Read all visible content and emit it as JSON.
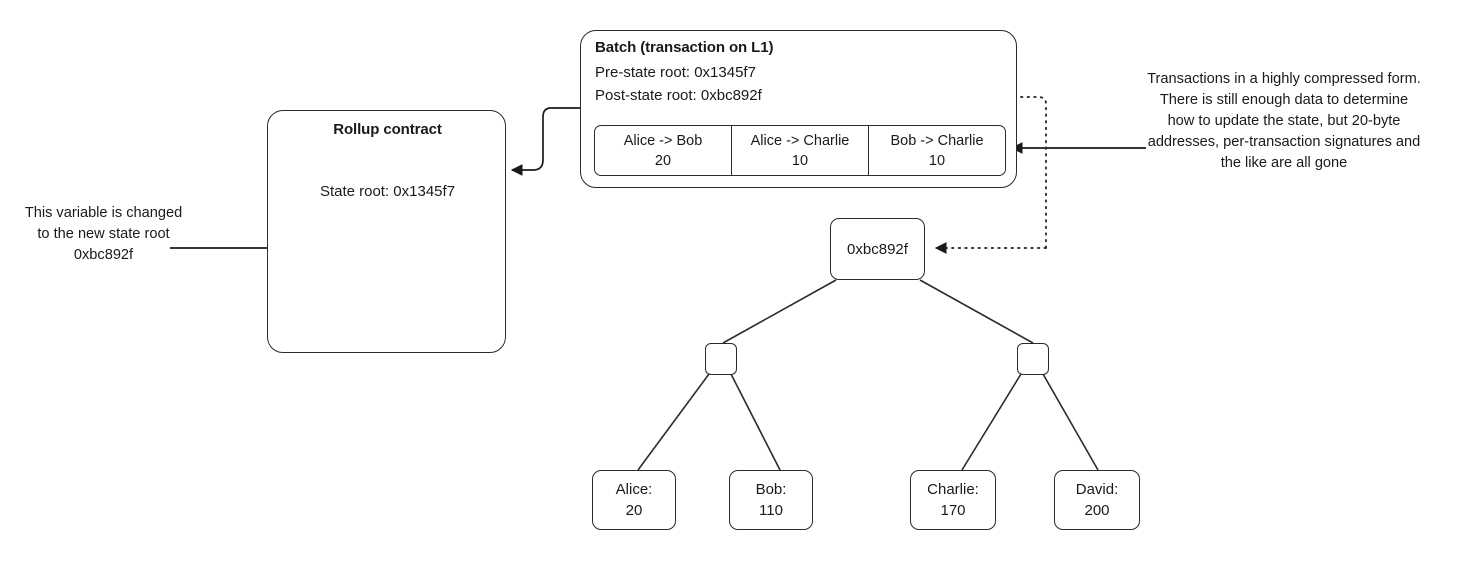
{
  "rollup": {
    "title": "Rollup contract",
    "state_root": "State root: 0x1345f7"
  },
  "batch": {
    "title": "Batch (transaction on L1)",
    "pre_state_root": "Pre-state root: 0x1345f7",
    "post_state_root": "Post-state root: 0xbc892f",
    "transactions": [
      {
        "parties": "Alice -> Bob",
        "amount": "20"
      },
      {
        "parties": "Alice -> Charlie",
        "amount": "10"
      },
      {
        "parties": "Bob -> Charlie",
        "amount": "10"
      }
    ]
  },
  "tree": {
    "root_label": "0xbc892f",
    "intermediate_nodes": [
      "",
      ""
    ],
    "leaves": [
      {
        "name": "Alice:",
        "balance": "20"
      },
      {
        "name": "Bob:",
        "balance": "110"
      },
      {
        "name": "Charlie:",
        "balance": "170"
      },
      {
        "name": "David:",
        "balance": "200"
      }
    ]
  },
  "annotations": {
    "left": "This variable is changed to the new state root 0xbc892f",
    "right": "Transactions in a highly compressed form. There is still enough data to determine how to update the state, but 20-byte addresses, per-transaction signatures and the like are all gone"
  },
  "colors": {
    "stroke": "#2b2b2b",
    "text": "#1a1a1a",
    "background": "#ffffff"
  }
}
